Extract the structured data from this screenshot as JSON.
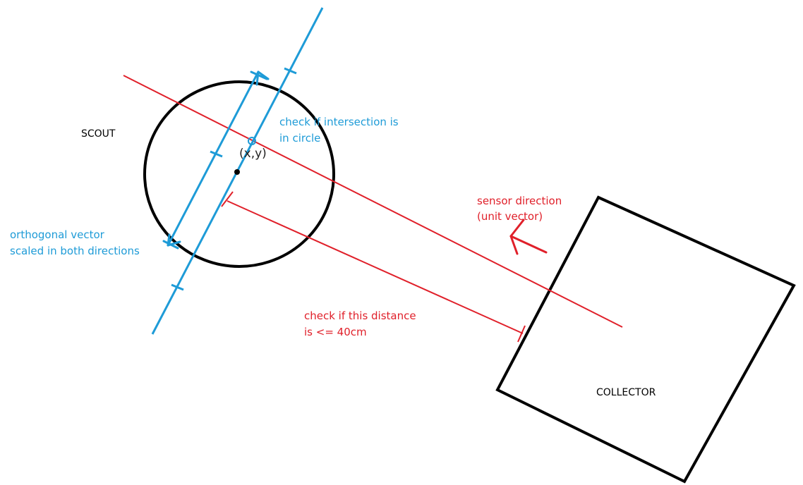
{
  "colors": {
    "black": "#000000",
    "red": "#e0202a",
    "blue": "#1e9bd7"
  },
  "labels": {
    "scout": "SCOUT",
    "collector": "COLLECTOR",
    "intersection_point": "(x,y)",
    "check_intersection": [
      "check if intersection is",
      "in circle"
    ],
    "orthogonal_vector": [
      "orthogonal vector",
      "scaled in both directions"
    ],
    "sensor_direction": [
      "sensor direction",
      "(unit vector)"
    ],
    "distance_check": [
      "check if this distance",
      "is <= 40cm"
    ]
  }
}
